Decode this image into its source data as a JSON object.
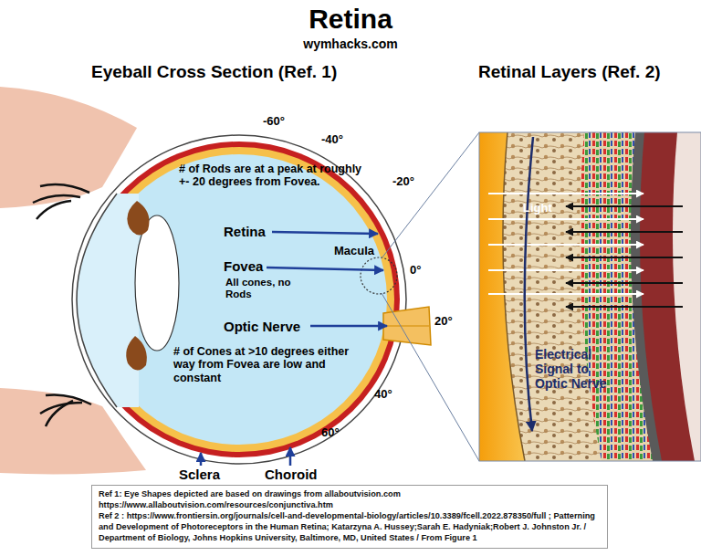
{
  "diagram": {
    "title": "Retina",
    "nodes": [
      {
        "text": [
          "Ref 1: Eye Shapes depicted are based on drawings  from allaboutvision.com https://www.allaboutvision.com/resources/conjunctiva.htm",
          "Ref 2 :  https://www.frontiersin.org/journals/cell-and-developmental-biology/articles/10.3389/fcell.2022.878350/full ; Patterning and Development of Photoreceptors in the Human Retina; Katarzyna A. Hussey;Sarah E. Hadyniak;Robert J. Johnston Jr. / Department of Biology, Johns Hopkins University, Baltimore, MD, United States / From Figure 1"
        ]
      }
    ],
    "labels": [
      "wymhacks.com",
      "Eyeball Cross Section (Ref. 1)",
      "Retinal Layers (Ref. 2)",
      "-60°",
      "-40°",
      "-20°",
      "0°",
      "20°",
      "40°",
      "60°",
      "# of Rods are at a peak at roughly +- 20 degrees from Fovea.",
      "Retina",
      "Macula",
      "Fovea",
      "All cones, no Rods",
      "Optic Nerve",
      "# of Cones at >10 degrees either way from Fovea are low and constant",
      "Sclera",
      "Choroid",
      "Light",
      "Electrical Signal to Optic Nerve"
    ]
  }
}
